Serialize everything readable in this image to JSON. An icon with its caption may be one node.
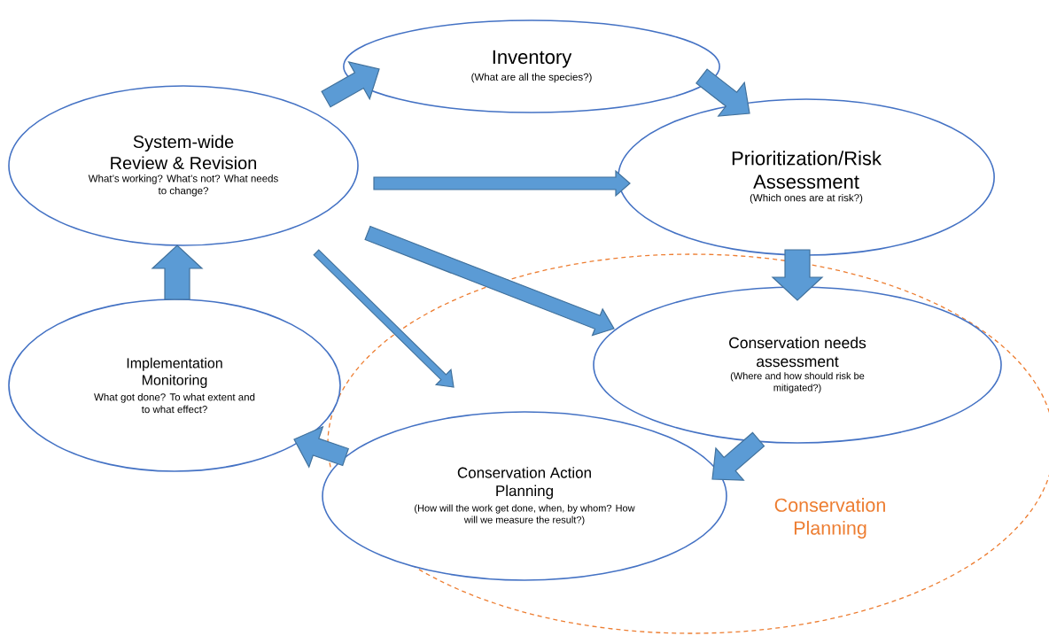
{
  "diagram": {
    "nodes": [
      {
        "text": [
          "Inventory",
          "(What are all the species?)"
        ]
      },
      {
        "text": [
          "System-wide Review & Revision",
          "What’s working? What’s not? What needs to change?"
        ]
      },
      {
        "text": [
          "Prioritization/Risk Assessment",
          "(Which ones are at risk?)"
        ]
      },
      {
        "text": [
          "Implementation Monitoring",
          "What got done? To what extent and to what effect?"
        ]
      },
      {
        "text": [
          "Conservation needs assessment",
          "(Where and how should risk be mitigated?)"
        ],
        "in": 6
      },
      {
        "text": [
          "Conservation Action Planning",
          "(How will the work get done, when, by whom? How will we measure the result?)"
        ],
        "in": 6
      },
      {
        "text": [
          "Conservation Planning"
        ]
      }
    ],
    "edges": [
      {
        "from": 1,
        "to": 0,
        "arrow": "to"
      },
      {
        "from": 0,
        "to": 2,
        "arrow": "to"
      },
      {
        "from": 1,
        "to": 2,
        "arrow": "to"
      },
      {
        "from": 1,
        "to": 4,
        "arrow": "to"
      },
      {
        "from": 1,
        "to": 5,
        "arrow": "to"
      },
      {
        "from": 2,
        "to": 4,
        "arrow": "to"
      },
      {
        "from": 4,
        "to": 5,
        "arrow": "to"
      },
      {
        "from": 5,
        "to": 3,
        "arrow": "to"
      },
      {
        "from": 3,
        "to": 1,
        "arrow": "to"
      }
    ]
  }
}
